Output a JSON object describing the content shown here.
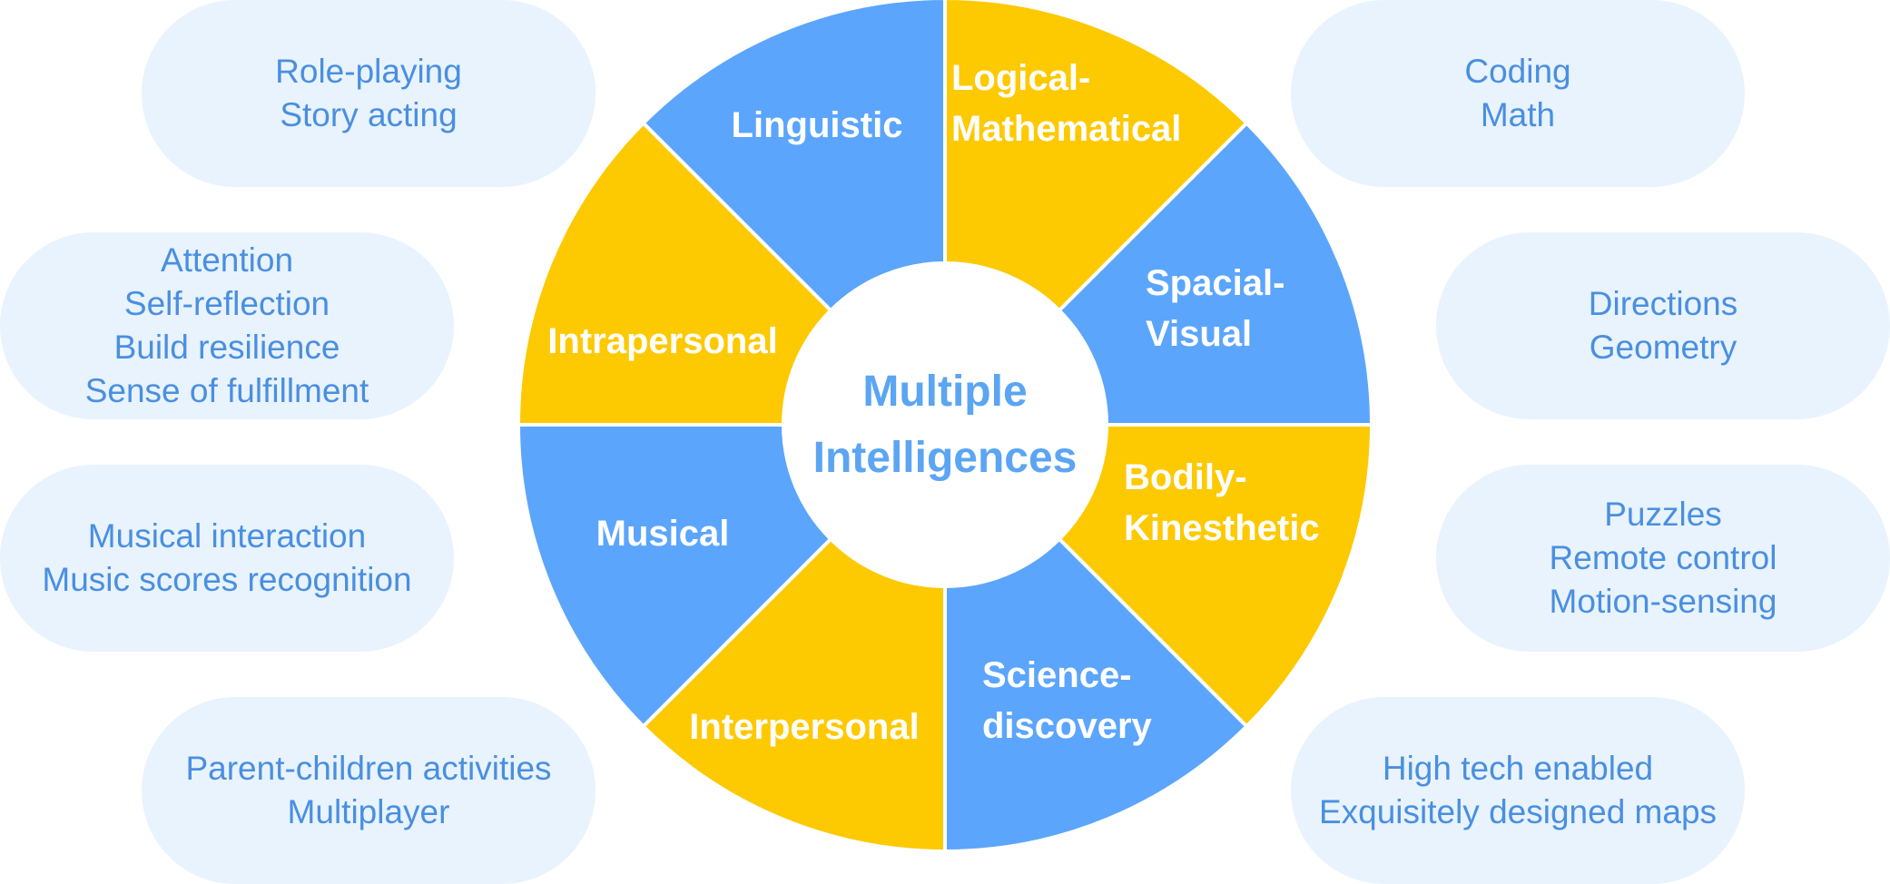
{
  "center": {
    "line1": "Multiple",
    "line2": "Intelligences"
  },
  "colors": {
    "blue": "#5ba5fc",
    "yellow": "#fdc901",
    "bubble_bg": "#e8f3fd",
    "bubble_text": "#4a8fe0"
  },
  "segments": [
    {
      "lines": [
        "Linguistic"
      ],
      "color": "blue"
    },
    {
      "lines": [
        "Logical-",
        "Mathematical"
      ],
      "color": "yellow"
    },
    {
      "lines": [
        "Spacial-",
        "Visual"
      ],
      "color": "blue"
    },
    {
      "lines": [
        "Bodily-",
        "Kinesthetic"
      ],
      "color": "yellow"
    },
    {
      "lines": [
        "Science-",
        "discovery"
      ],
      "color": "blue"
    },
    {
      "lines": [
        "Interpersonal"
      ],
      "color": "yellow"
    },
    {
      "lines": [
        "Musical"
      ],
      "color": "blue"
    },
    {
      "lines": [
        "Intrapersonal"
      ],
      "color": "yellow"
    }
  ],
  "bubbles": {
    "linguistic": [
      "Role-playing",
      "Story acting"
    ],
    "intrapersonal": [
      "Attention",
      "Self-reflection",
      "Build resilience",
      "Sense of fulfillment"
    ],
    "musical": [
      "Musical interaction",
      "Music scores recognition"
    ],
    "interpersonal": [
      "Parent-children activities",
      "Multiplayer"
    ],
    "logical": [
      "Coding",
      "Math"
    ],
    "spacial": [
      "Directions",
      "Geometry"
    ],
    "bodily": [
      "Puzzles",
      "Remote control",
      "Motion-sensing"
    ],
    "science": [
      "High tech enabled",
      "Exquisitely designed maps"
    ]
  }
}
